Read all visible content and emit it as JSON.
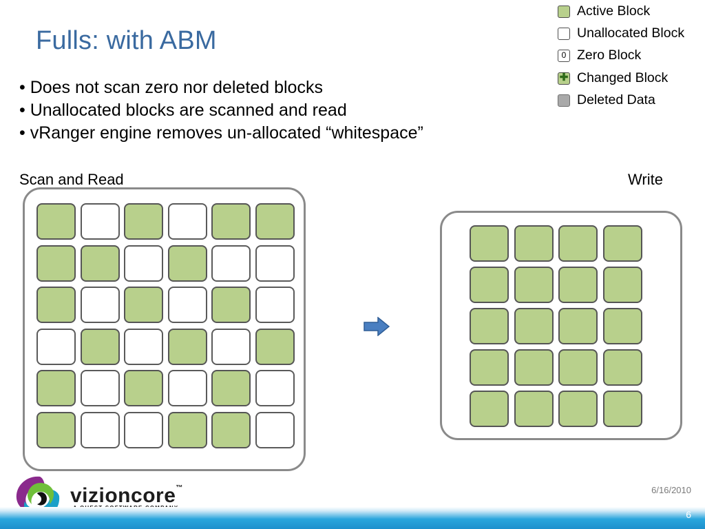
{
  "slide": {
    "title": "Fulls:  with ABM",
    "bullets": [
      "• Does not scan zero nor deleted blocks",
      "• Unallocated blocks are scanned and read",
      "• vRanger engine removes un-allocated “whitespace”"
    ],
    "scan_label": "Scan and Read",
    "write_label": "Write",
    "date": "6/16/2010",
    "page_number": "6"
  },
  "legend": {
    "items": [
      {
        "type": "active",
        "label": "Active Block"
      },
      {
        "type": "unallocated",
        "label": "Unallocated Block"
      },
      {
        "type": "zero",
        "label": "Zero Block",
        "glyph": "0"
      },
      {
        "type": "changed",
        "label": "Changed Block",
        "glyph": "✚"
      },
      {
        "type": "deleted",
        "label": "Deleted Data"
      }
    ]
  },
  "colors": {
    "active": "#b8d08c",
    "unallocated": "#ffffff",
    "deleted": "#a9a9a9",
    "title": "#3a6aa0",
    "arrow": "#4a7fc1",
    "footer": "#1e90cc"
  },
  "scan_grid": [
    [
      "active",
      "unallocated",
      "active",
      "unallocated",
      "active",
      "active"
    ],
    [
      "active",
      "active",
      "unallocated",
      "active",
      "unallocated",
      "unallocated"
    ],
    [
      "active",
      "unallocated",
      "active",
      "unallocated",
      "active",
      "unallocated"
    ],
    [
      "unallocated",
      "active",
      "unallocated",
      "active",
      "unallocated",
      "active"
    ],
    [
      "active",
      "unallocated",
      "active",
      "unallocated",
      "active",
      "unallocated"
    ],
    [
      "active",
      "unallocated",
      "unallocated",
      "active",
      "active",
      "unallocated"
    ]
  ],
  "write_grid": [
    [
      "active",
      "active",
      "active",
      "active"
    ],
    [
      "active",
      "active",
      "active",
      "active"
    ],
    [
      "active",
      "active",
      "active",
      "active"
    ],
    [
      "active",
      "active",
      "active",
      "active"
    ],
    [
      "active",
      "active",
      "active",
      "active"
    ]
  ],
  "logo": {
    "brand": "vizioncore",
    "trademark": "™",
    "tagline": "A QUEST SOFTWARE COMPANY",
    "icon": "swirl-logo-icon"
  },
  "arrow_icon": "right-arrow-icon"
}
